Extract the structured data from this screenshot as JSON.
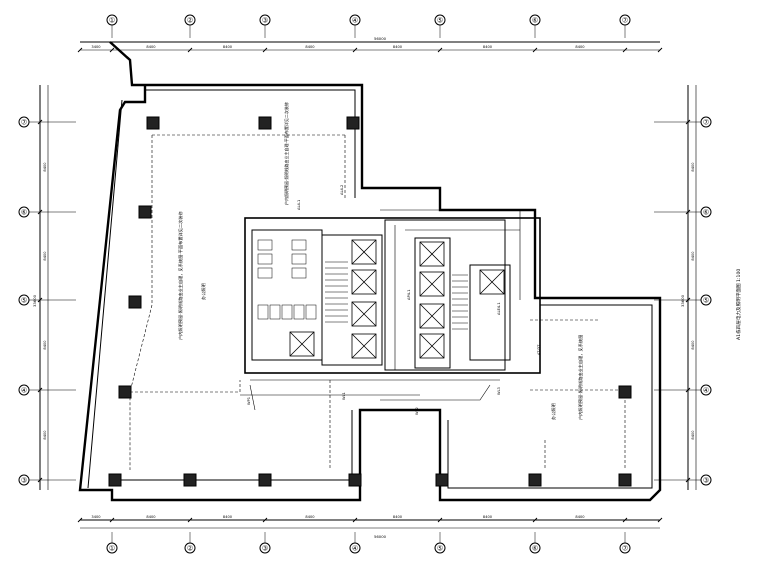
{
  "drawing": {
    "title": "A1栋四层电力及照明平面图 1:100"
  },
  "grid_axes": {
    "columns": [
      "①",
      "②",
      "③",
      "④",
      "⑤",
      "⑥",
      "⑦"
    ],
    "rows": [
      "⑦",
      "⑥",
      "⑤",
      "④",
      "③"
    ]
  },
  "dimensions": {
    "overall": "56000",
    "top_segments": [
      "3400",
      "8400",
      "8400",
      "8400",
      "8400",
      "8400",
      "8400"
    ],
    "bottom_segments": [
      "3400",
      "8400",
      "8400",
      "8400",
      "8400",
      "8400",
      "8400"
    ],
    "side_segments": [
      "8400",
      "8400",
      "8400",
      "8400"
    ],
    "side_total": "33600"
  },
  "annotations": {
    "left_zone": "户内照明预留-照明线路由业主自理，见系统图-平面布置详见二次装修",
    "left_zone_tag": "办公照明",
    "right_zone": "户内照明预留-照明线路由业主自理，见系统图",
    "right_zone_tag": "办公照明",
    "top_zone": "户内照明预留-照明线路由业主自理-平面布置详见二次装修",
    "core_labels": [
      "AL4-1",
      "AL4-2",
      "AP4-1",
      "ALE4-1",
      "AT-DT",
      "WL1",
      "WL2",
      "WL3",
      "WP1"
    ]
  },
  "colors": {
    "line": "#000000",
    "column": "#222222"
  }
}
